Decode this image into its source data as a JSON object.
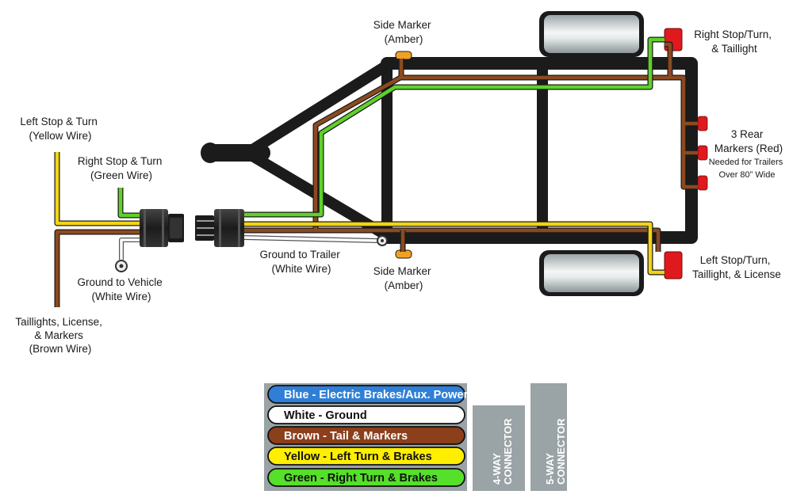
{
  "labels": {
    "left_stop_turn": [
      "Left Stop & Turn",
      "(Yellow Wire)"
    ],
    "right_stop_turn": [
      "Right Stop & Turn",
      "(Green Wire)"
    ],
    "ground_to_vehicle": [
      "Ground to Vehicle",
      "(White Wire)"
    ],
    "taillights": [
      "Taillights, License,",
      "& Markers",
      "(Brown Wire)"
    ],
    "ground_to_trailer": [
      "Ground to Trailer",
      "(White Wire)"
    ],
    "side_marker_top": [
      "Side Marker",
      "(Amber)"
    ],
    "side_marker_bottom": [
      "Side Marker",
      "(Amber)"
    ],
    "right_stop_taillight": [
      "Right Stop/Turn,",
      "& Taillight"
    ],
    "rear_markers": [
      "3 Rear",
      "Markers (Red)"
    ],
    "rear_markers_note": [
      "Needed for Trailers",
      "Over 80” Wide"
    ],
    "left_stop_taillight": [
      "Left Stop/Turn,",
      "Taillight, & License"
    ]
  },
  "legend": [
    {
      "text": "Blue - Electric Brakes/Aux. Power",
      "fill": "#2f7fd6",
      "ink": "#ffffff"
    },
    {
      "text": "White - Ground",
      "fill": "#ffffff",
      "ink": "#111111"
    },
    {
      "text": "Brown - Tail & Markers",
      "fill": "#8b3f1a",
      "ink": "#ffffff"
    },
    {
      "text": "Yellow - Left Turn & Brakes",
      "fill": "#ffee00",
      "ink": "#111111"
    },
    {
      "text": "Green - Right Turn & Brakes",
      "fill": "#55e02a",
      "ink": "#111111"
    }
  ],
  "connectors": {
    "four_way": "4-WAY CONNECTOR",
    "five_way": "5-WAY CONNECTOR"
  },
  "colors": {
    "frame": "#1b1b1b",
    "yellow_wire": "#f3d414",
    "green_wire": "#5fd12a",
    "brown_wire": "#8b4a1f",
    "white_wire": "#ffffff",
    "amber_marker": "#f0a022",
    "red_light": "#e0191d",
    "connector_bar": "#8a9a9e"
  }
}
